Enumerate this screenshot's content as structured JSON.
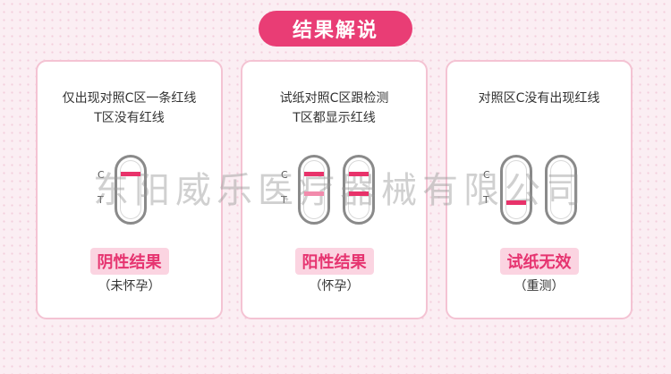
{
  "header": {
    "title": "结果解说"
  },
  "cards": [
    {
      "line1": "仅出现对照C区一条红线",
      "line2": "T区没有红线",
      "result": "阴性结果",
      "note": "（未怀孕）",
      "c_label": "C",
      "t_label": "T"
    },
    {
      "line1": "试纸对照C区跟检测",
      "line2": "T区都显示红线",
      "result": "阳性结果",
      "note": "（怀孕）",
      "c_label": "C",
      "t_label": "T"
    },
    {
      "line1": "对照区C没有出现红线",
      "line2": "",
      "result": "试纸无效",
      "note": "（重测）",
      "c_label": "C",
      "t_label": "T"
    }
  ],
  "watermark": "东阳威乐医疗器械有限公司",
  "colors": {
    "accent": "#e93d75",
    "line": "#e8326a",
    "badge_bg": "#fbd4e1",
    "card_border": "#f4c3d3"
  }
}
